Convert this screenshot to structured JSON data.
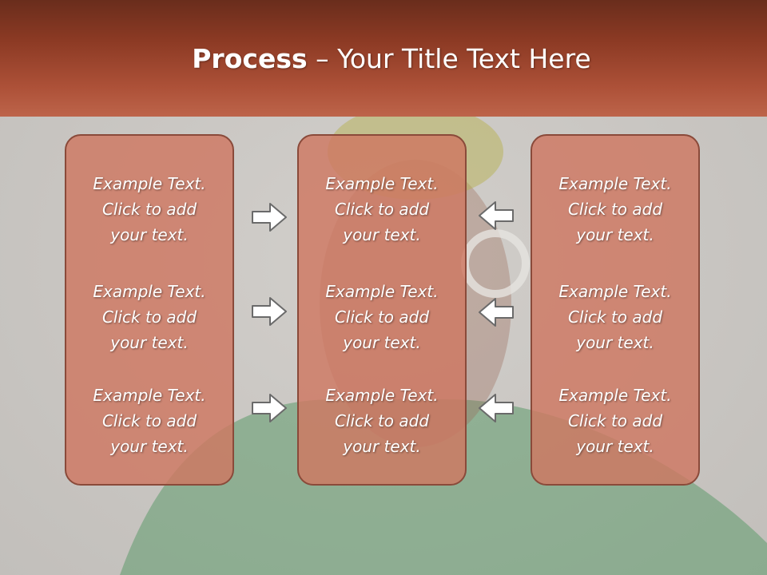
{
  "title": {
    "bold": "Process",
    "rest": " – Your Title Text Here"
  },
  "columns": [
    {
      "items": [
        {
          "line1": "Example Text.",
          "line2": "Click  to add",
          "line3": "your text."
        },
        {
          "line1": "Example Text.",
          "line2": "Click  to add",
          "line3": "your text."
        },
        {
          "line1": "Example Text.",
          "line2": "Click  to add",
          "line3": "your text."
        }
      ]
    },
    {
      "items": [
        {
          "line1": "Example Text.",
          "line2": "Click  to add",
          "line3": "your text."
        },
        {
          "line1": "Example Text.",
          "line2": "Click  to add",
          "line3": "your text."
        },
        {
          "line1": "Example Text.",
          "line2": "Click  to add",
          "line3": "your text."
        }
      ]
    },
    {
      "items": [
        {
          "line1": "Example Text.",
          "line2": "Click  to add",
          "line3": "your text."
        },
        {
          "line1": "Example Text.",
          "line2": "Click  to add",
          "line3": "your text."
        },
        {
          "line1": "Example Text.",
          "line2": "Click  to add",
          "line3": "your text."
        }
      ]
    }
  ],
  "colors": {
    "title_bar": "#8c3a24",
    "box_fill": "#ce7862",
    "box_border": "#8a4a3a",
    "arrow": "#ffffff"
  },
  "icons": {
    "left_arrows": "arrow-right-icon",
    "right_arrows": "arrow-left-icon"
  }
}
